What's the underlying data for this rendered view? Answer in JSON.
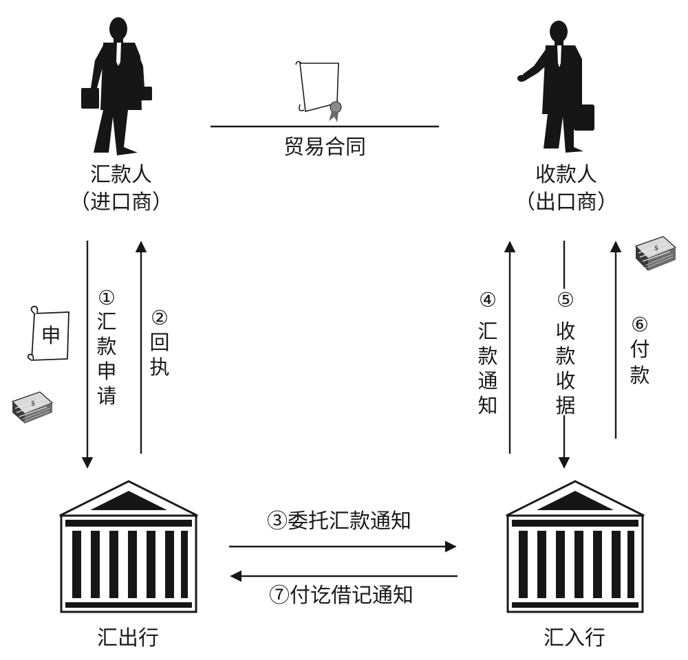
{
  "contract": {
    "label": "贸易合同"
  },
  "remitter": {
    "name": "汇款人",
    "role": "（进口商）"
  },
  "payee": {
    "name": "收款人",
    "role": "（出口商）"
  },
  "remitting_bank": {
    "label": "汇出行"
  },
  "paying_bank": {
    "label": "汇入行"
  },
  "application_doc": {
    "label": "申"
  },
  "steps": [
    {
      "num": "①",
      "text": [
        "汇",
        "款",
        "申",
        "请"
      ]
    },
    {
      "num": "②",
      "text": [
        "回",
        "执"
      ]
    },
    {
      "label": "③委托汇款通知"
    },
    {
      "num": "④",
      "text": [
        "汇",
        "款",
        "通",
        "知"
      ]
    },
    {
      "num": "⑤",
      "text": [
        "收",
        "款",
        "收",
        "据"
      ]
    },
    {
      "num": "⑥",
      "text": [
        "付",
        "款"
      ]
    },
    {
      "label": "⑦付讫借记通知"
    }
  ],
  "icons": [
    "businessman-walking-icon",
    "businessman-reaching-icon",
    "contract-scroll-icon",
    "money-stack-icon",
    "bank-building-icon"
  ],
  "colors": {
    "ink": "#161616",
    "background": "#ffffff"
  }
}
